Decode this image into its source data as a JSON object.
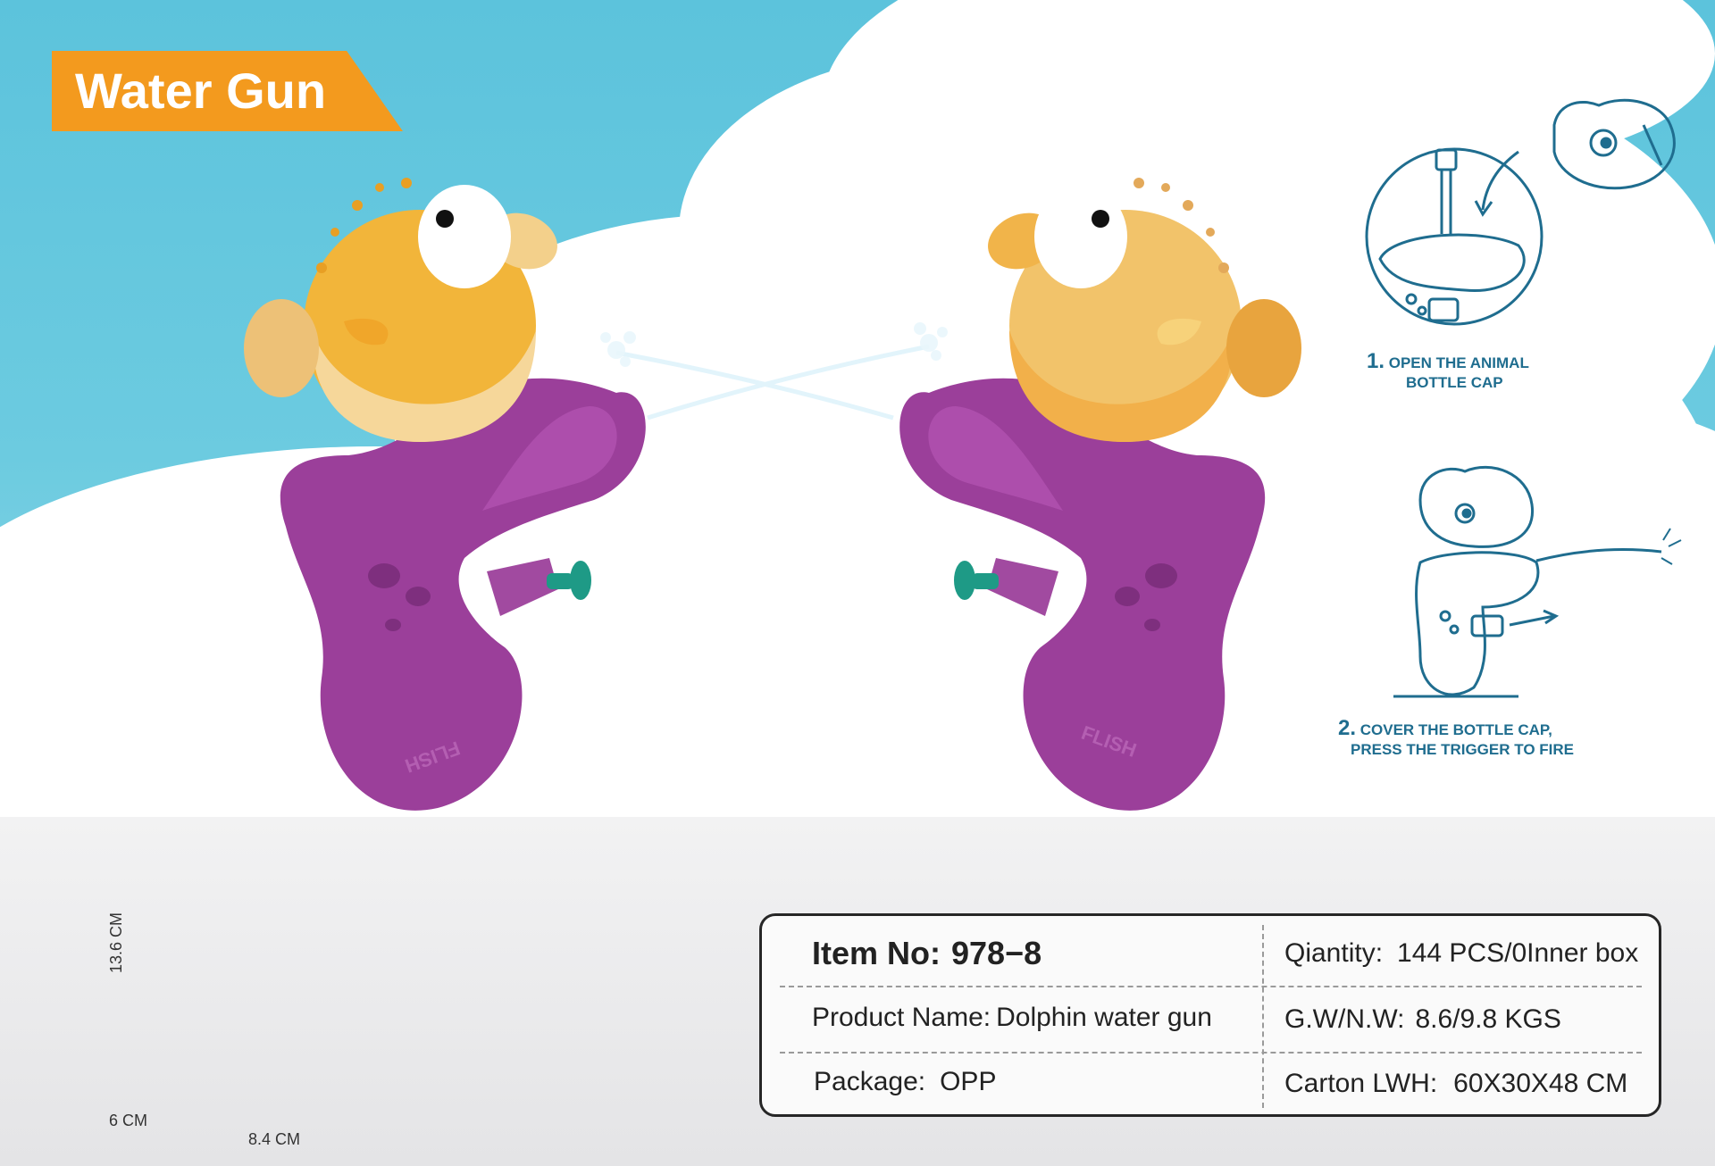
{
  "title": "Water Gun",
  "brand_mark": "FLISH",
  "steps": [
    {
      "number": "1.",
      "line1": "OPEN THE ANIMAL",
      "line2": "BOTTLE CAP"
    },
    {
      "number": "2.",
      "line1": "COVER THE BOTTLE CAP,",
      "line2": "PRESS THE TRIGGER TO FIRE"
    }
  ],
  "package_dims": {
    "height": "13.6 CM",
    "depth": "6 CM",
    "width": "8.4 CM"
  },
  "info": {
    "item_no_label": "Item No:",
    "item_no_value": "978−8",
    "product_name_label": "Product Name:",
    "product_name_value": "Dolphin water gun",
    "package_label": "Package:",
    "package_value": "OPP",
    "quantity_label": "Qiantity:",
    "quantity_value": "144 PCS/0Inner box",
    "gwnw_label": "G.W/N.W:",
    "gwnw_value": "8.6/9.8 KGS",
    "carton_label": "Carton LWH:",
    "carton_value": "60X30X48 CM"
  },
  "colors": {
    "accent": "#f39a1e",
    "sky": "#5cc3dc",
    "gun_purple": "#9b3f9a",
    "fish_yellow": "#f2b53a",
    "trigger_teal": "#1e9a86",
    "instruction_blue": "#1f6d8f"
  }
}
